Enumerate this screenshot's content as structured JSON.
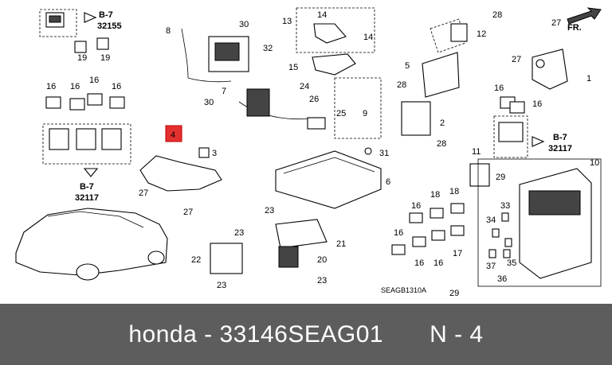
{
  "diagram": {
    "callouts": [
      {
        "id": "c1",
        "text": "B-7"
      },
      {
        "id": "c2",
        "text": "32155"
      },
      {
        "id": "c3",
        "text": "B-7"
      },
      {
        "id": "c4",
        "text": "32117"
      },
      {
        "id": "c5",
        "text": "B-7"
      },
      {
        "id": "c6",
        "text": "32117"
      },
      {
        "id": "fr",
        "text": "FR."
      }
    ],
    "parts": [
      "19",
      "19",
      "16",
      "16",
      "16",
      "16",
      "8",
      "30",
      "7",
      "32",
      "30",
      "13",
      "14",
      "14",
      "15",
      "24",
      "26",
      "25",
      "9",
      "4",
      "3",
      "27",
      "27",
      "31",
      "6",
      "5",
      "12",
      "28",
      "28",
      "2",
      "28",
      "27",
      "27",
      "1",
      "16",
      "16",
      "11",
      "29",
      "10",
      "23",
      "23",
      "21",
      "22",
      "20",
      "23",
      "23",
      "16",
      "18",
      "18",
      "16",
      "16",
      "16",
      "17",
      "33",
      "34",
      "35",
      "37",
      "36",
      "29"
    ],
    "code": "SEAGB1310A"
  },
  "footer": {
    "brand_part": "honda - 33146SEAG01",
    "position": "N - 4"
  },
  "highlight_color": "#e53030"
}
